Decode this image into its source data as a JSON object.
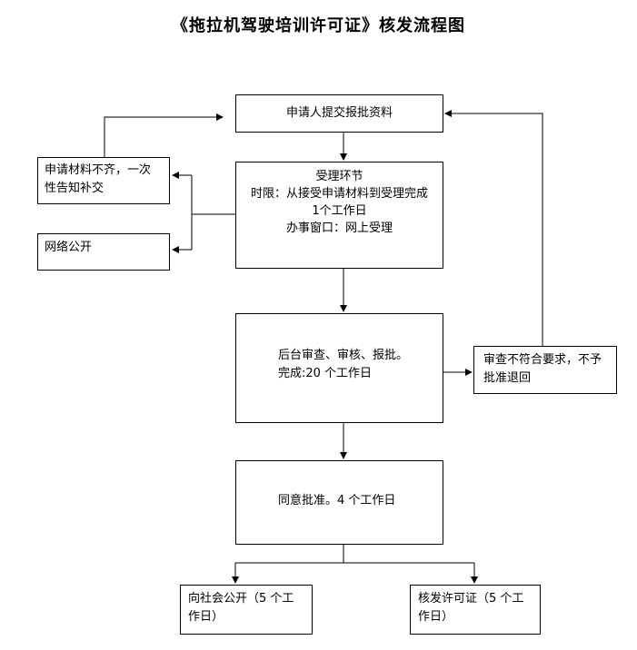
{
  "title": "《拖拉机驾驶培训许可证》核发流程图",
  "boxes": {
    "submit": "申请人提交报批资料",
    "incomplete": [
      "申请材料不齐，一次",
      "性告知补交"
    ],
    "online_public": "网络公开",
    "acceptance": [
      "受理环节",
      "时限：从接受申请材料到受理完成",
      "1个工作日",
      "办事窗口：网上受理"
    ],
    "review": [
      "后台审查、审核、报批。",
      "完成:20 个工作日"
    ],
    "rejected": [
      "审查不符合要求，不予",
      "批准退回"
    ],
    "approve": "同意批准。4 个工作日",
    "publish": [
      "向社会公开（5 个工",
      "作日）"
    ],
    "issue": [
      "核发许可证（5 个工",
      "作日）"
    ]
  }
}
